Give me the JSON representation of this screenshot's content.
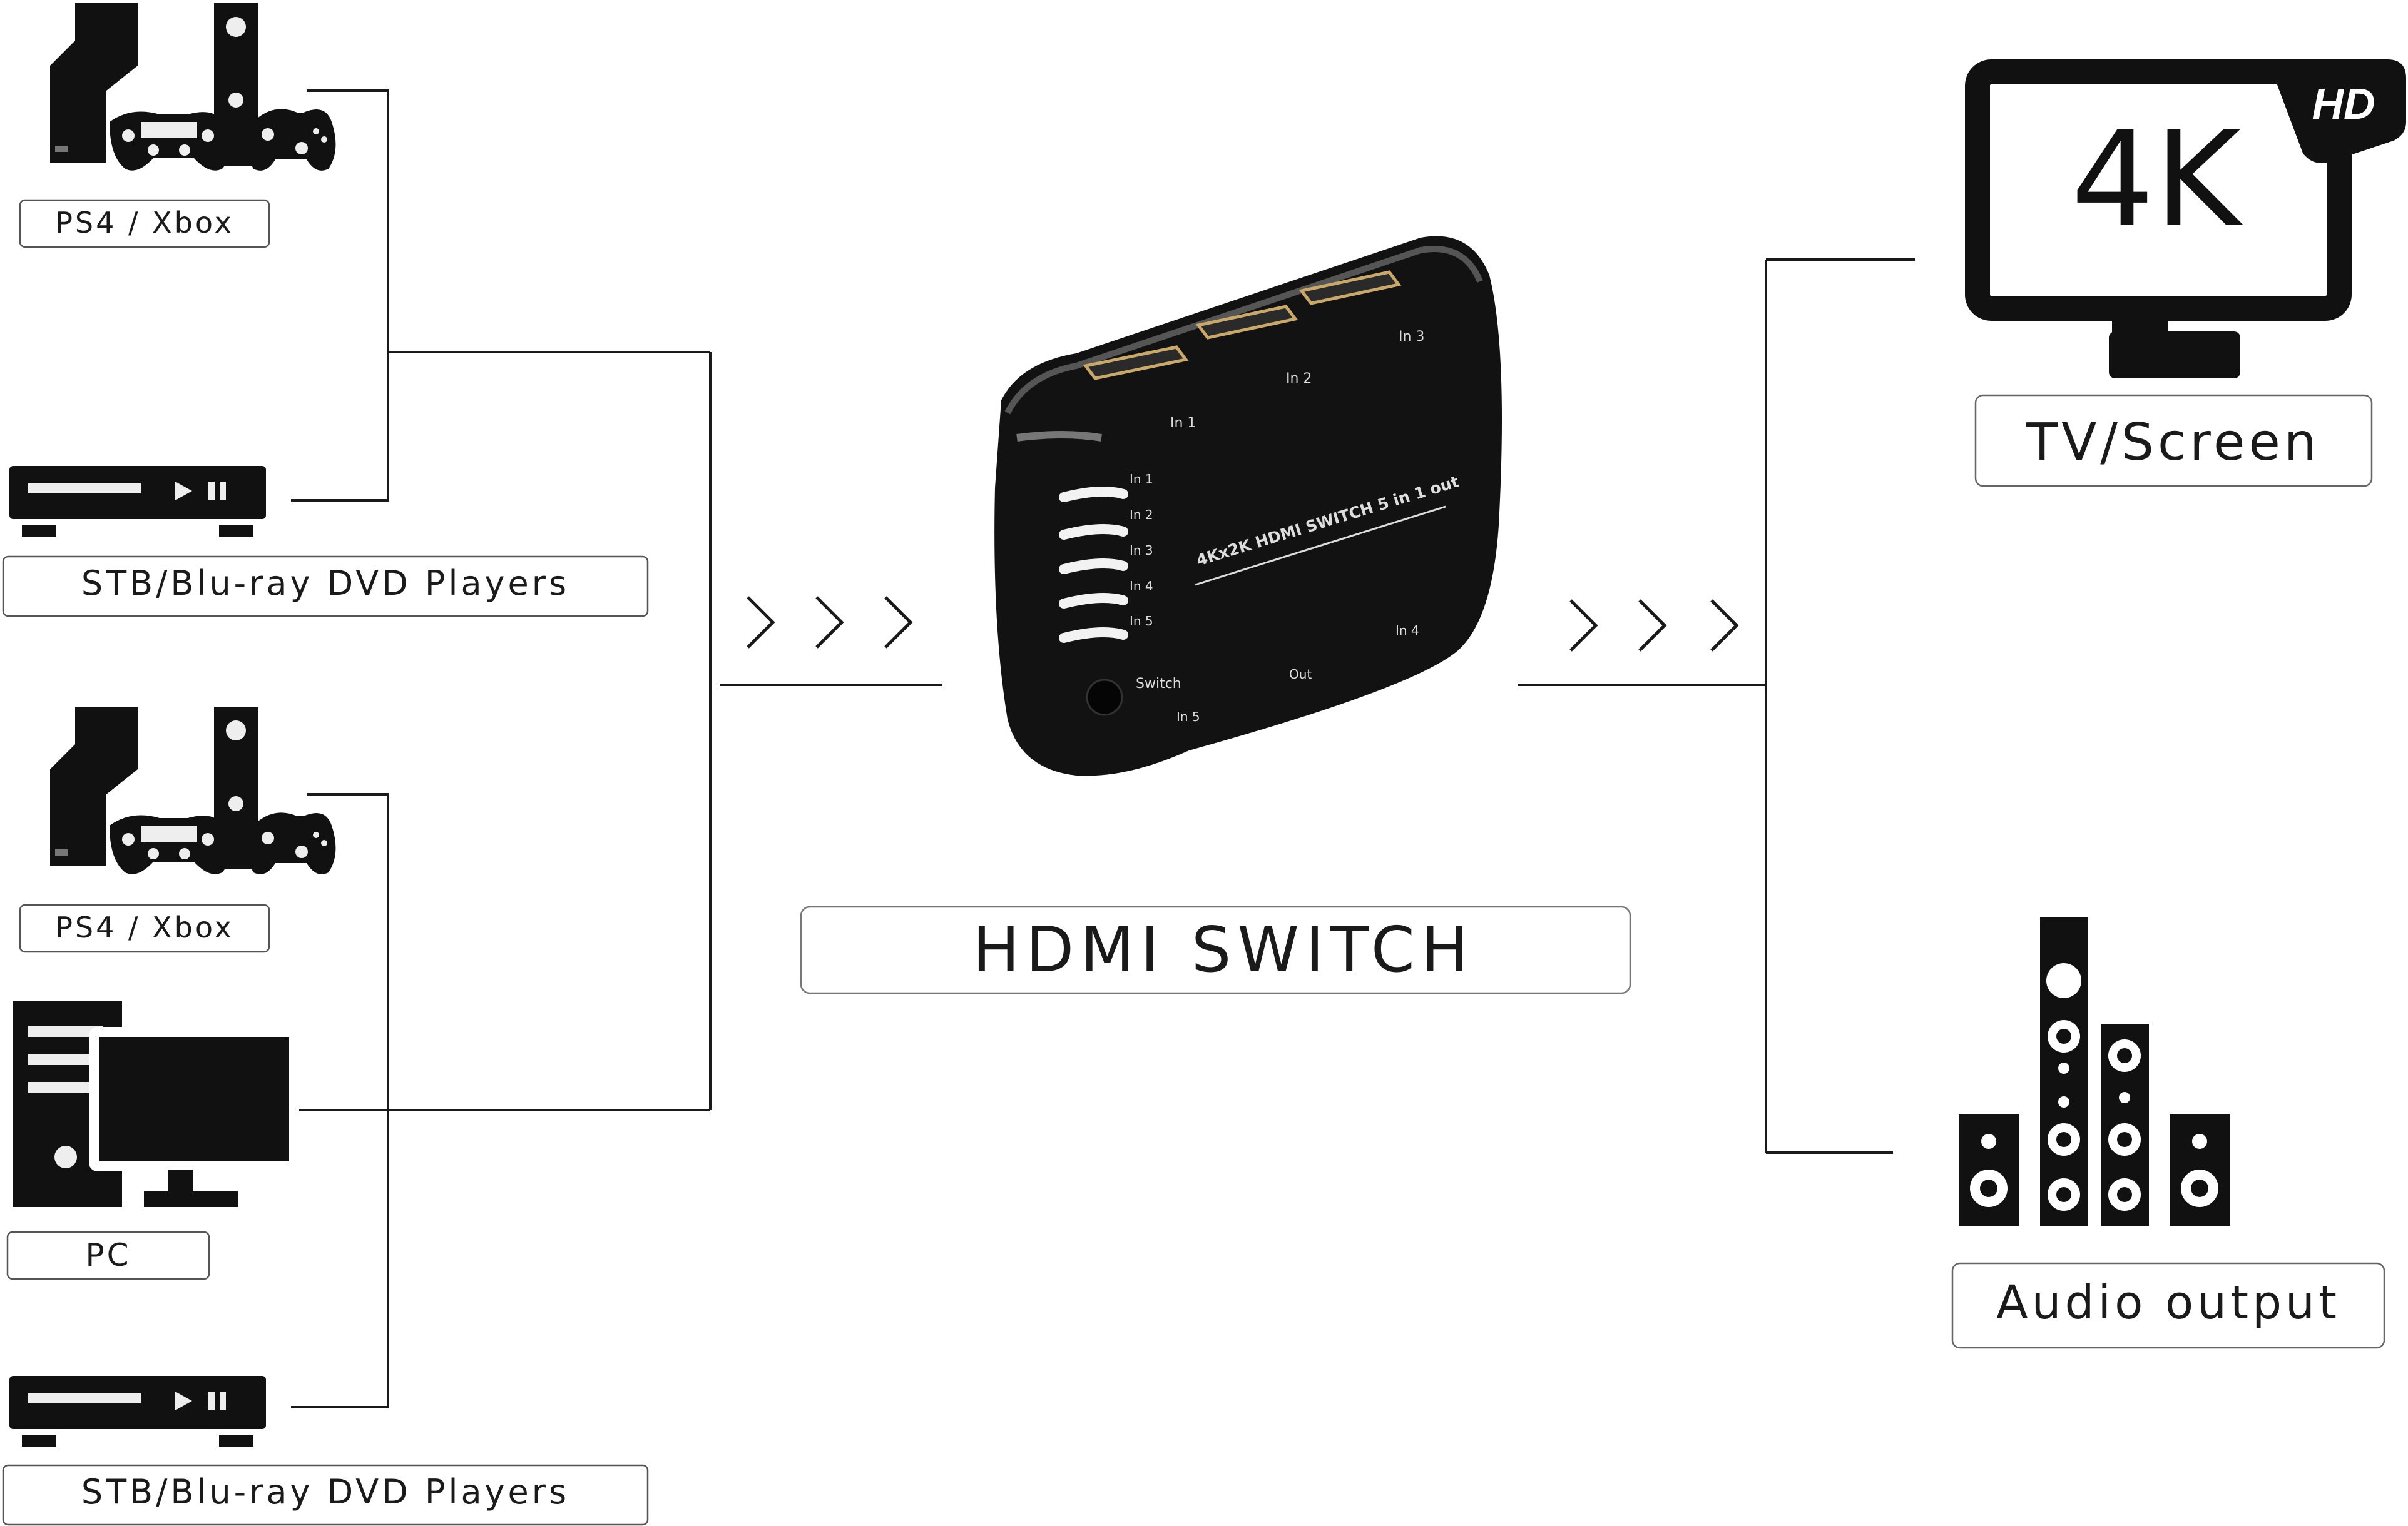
{
  "inputs": {
    "ps4_xbox_top": "PS4 / Xbox",
    "stb_top": "STB/Blu-ray DVD Players",
    "ps4_xbox_bottom": "PS4 / Xbox",
    "pc": "PC",
    "stb_bottom": "STB/Blu-ray DVD Players"
  },
  "device": {
    "caption": "HDMI SWITCH",
    "top_label": "4Kx2K HDMI SWITCH 5 in 1 out",
    "ports": {
      "in1": "In 1",
      "in2": "In 2",
      "in3": "In 3",
      "in4": "In 4",
      "in5": "In 5",
      "out": "Out",
      "switch": "Switch"
    },
    "leds": [
      "In 1",
      "In 2",
      "In 3",
      "In 4",
      "In 5"
    ]
  },
  "outputs": {
    "tv_label": "TV/Screen",
    "tv_screen_text": "4K",
    "tv_badge": "HD",
    "audio_label": "Audio output"
  },
  "colors": {
    "line": "#1a1a1a",
    "icon": "#111111",
    "device": "#121212",
    "label_border": "#555555"
  }
}
